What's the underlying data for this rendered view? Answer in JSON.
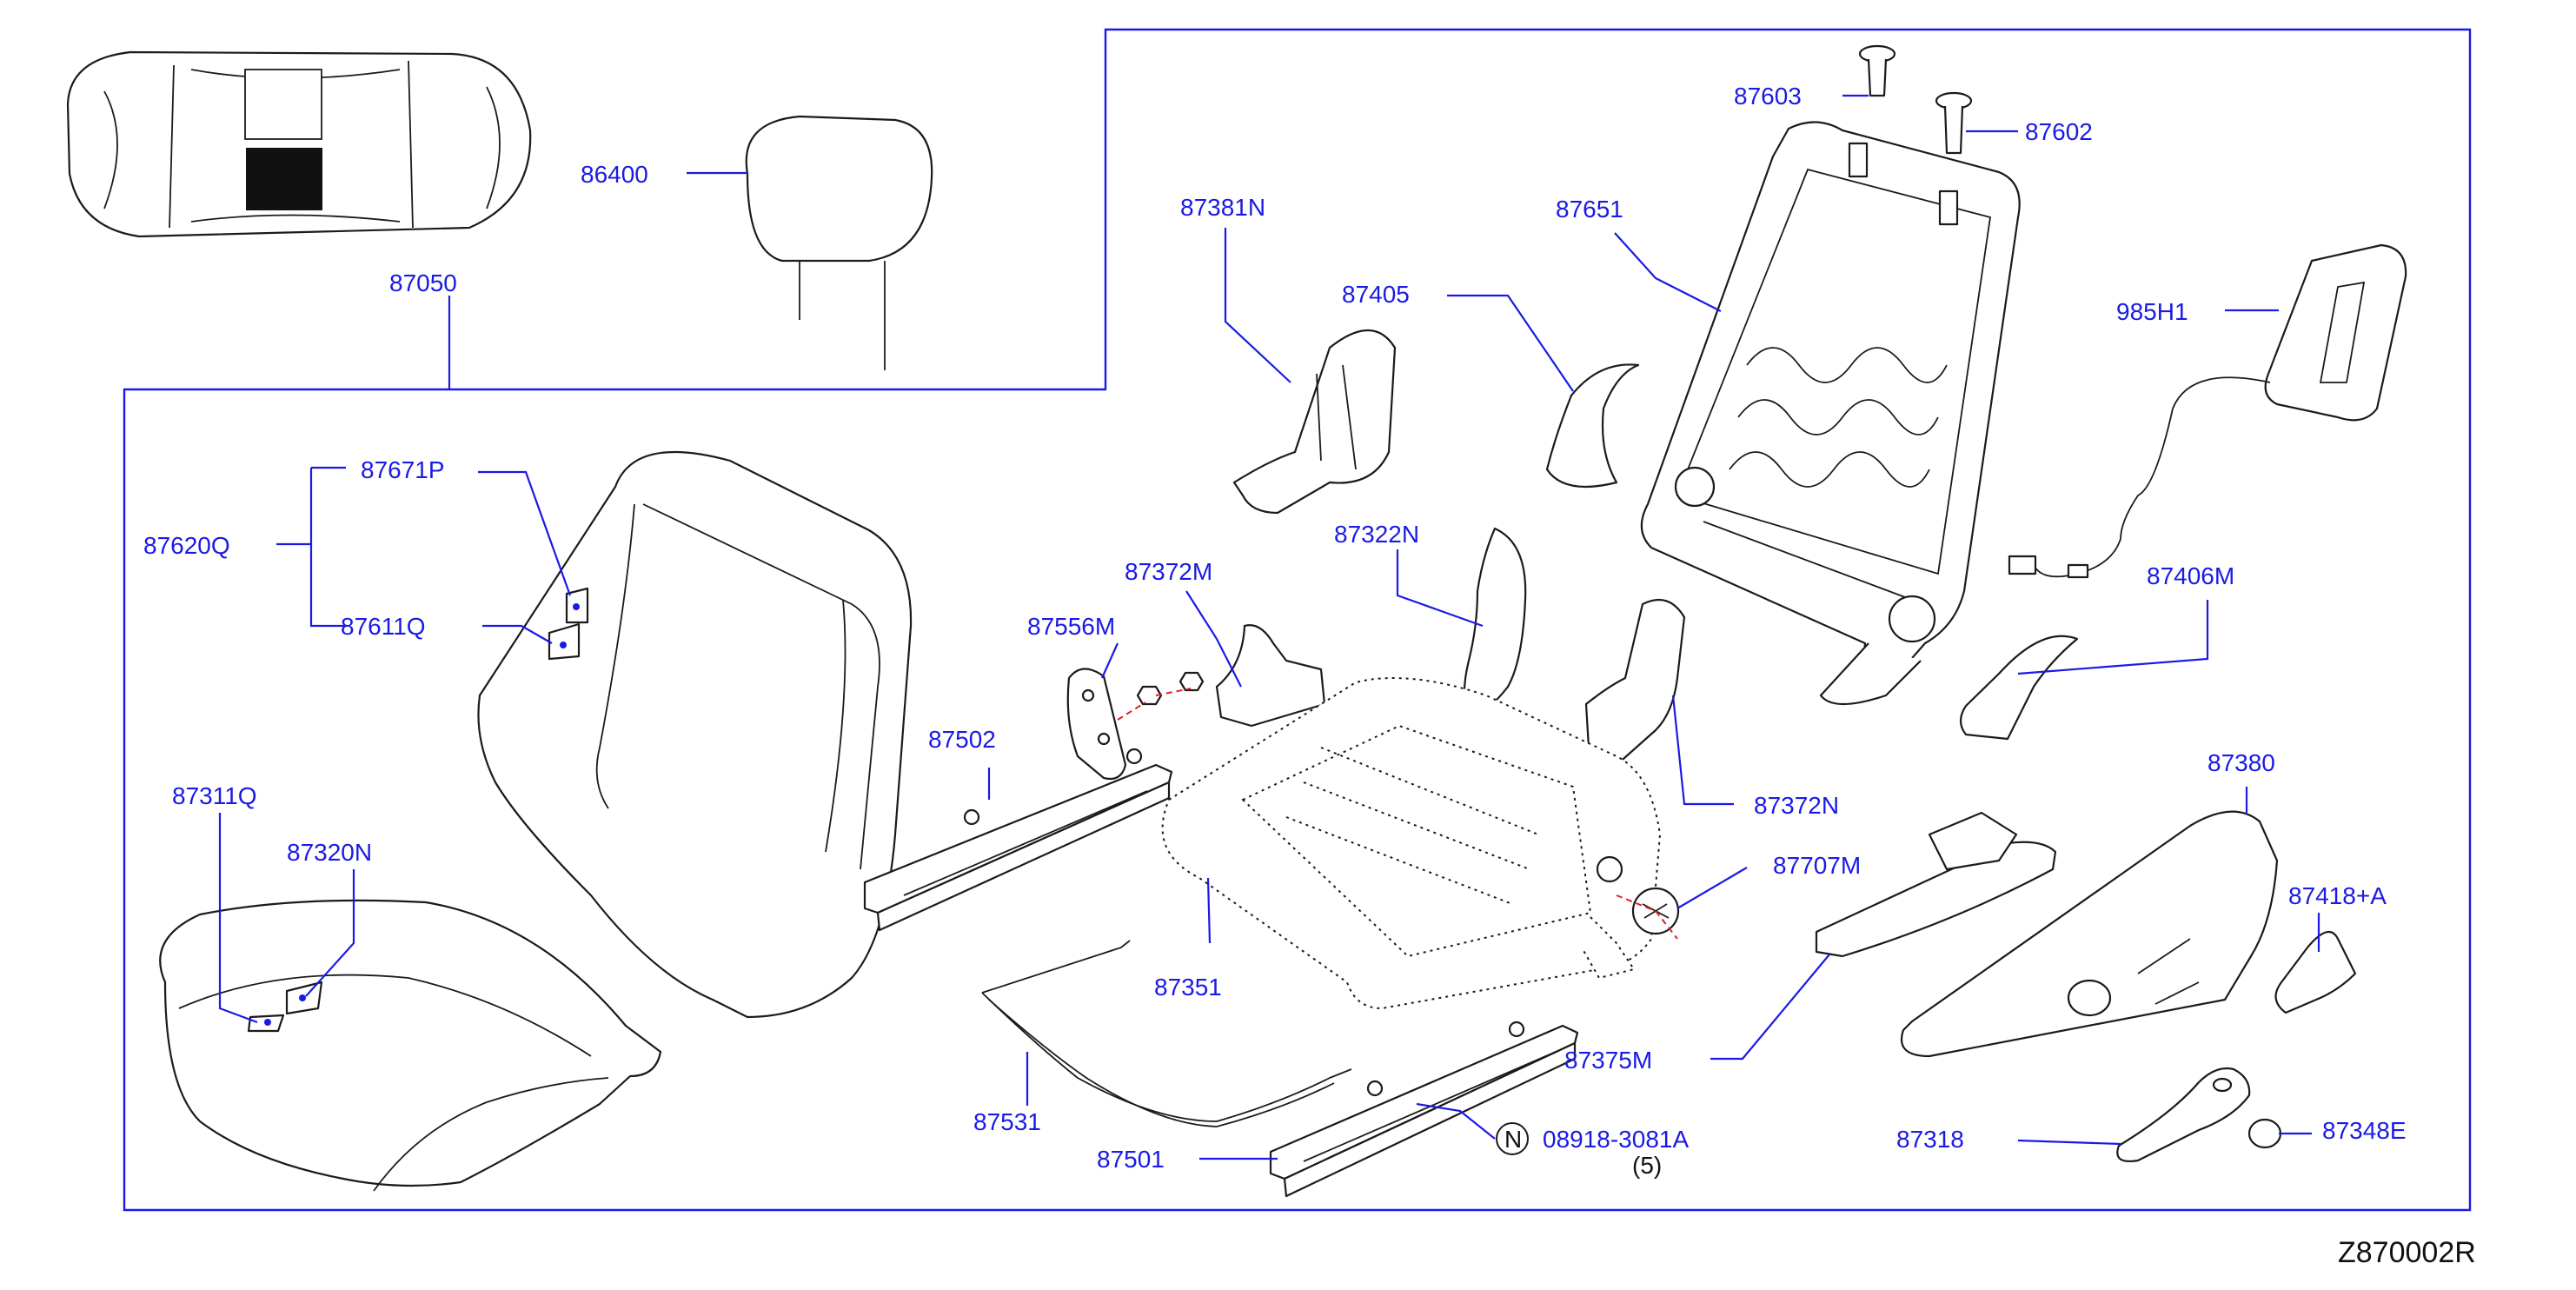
{
  "diagram_code": "Z870002R",
  "part_labels": {
    "p86400": "86400",
    "p87050": "87050",
    "p87603": "87603",
    "p87602": "87602",
    "p87651": "87651",
    "p87381N": "87381N",
    "p87405": "87405",
    "p985H1": "985H1",
    "p87671P": "87671P",
    "p87620Q": "87620Q",
    "p87611Q": "87611Q",
    "p87372M": "87372M",
    "p87322N": "87322N",
    "p87556M": "87556M",
    "p87406M": "87406M",
    "p87502": "87502",
    "p87372N": "87372N",
    "p87311Q": "87311Q",
    "p87380": "87380",
    "p87320N": "87320N",
    "p87707M": "87707M",
    "p87418A": "87418+A",
    "p87351": "87351",
    "p87375M": "87375M",
    "p87531": "87531",
    "p87318": "87318",
    "p87348E": "87348E",
    "p87501": "87501",
    "p08918": "08918-3081A",
    "p08918_qty": "(5)",
    "n_symbol": "N"
  },
  "colors": {
    "label": "#1a1ae6",
    "frame": "#1a1ae6",
    "linework": "#1b1b1b",
    "highlight_dash": "#e02020"
  }
}
